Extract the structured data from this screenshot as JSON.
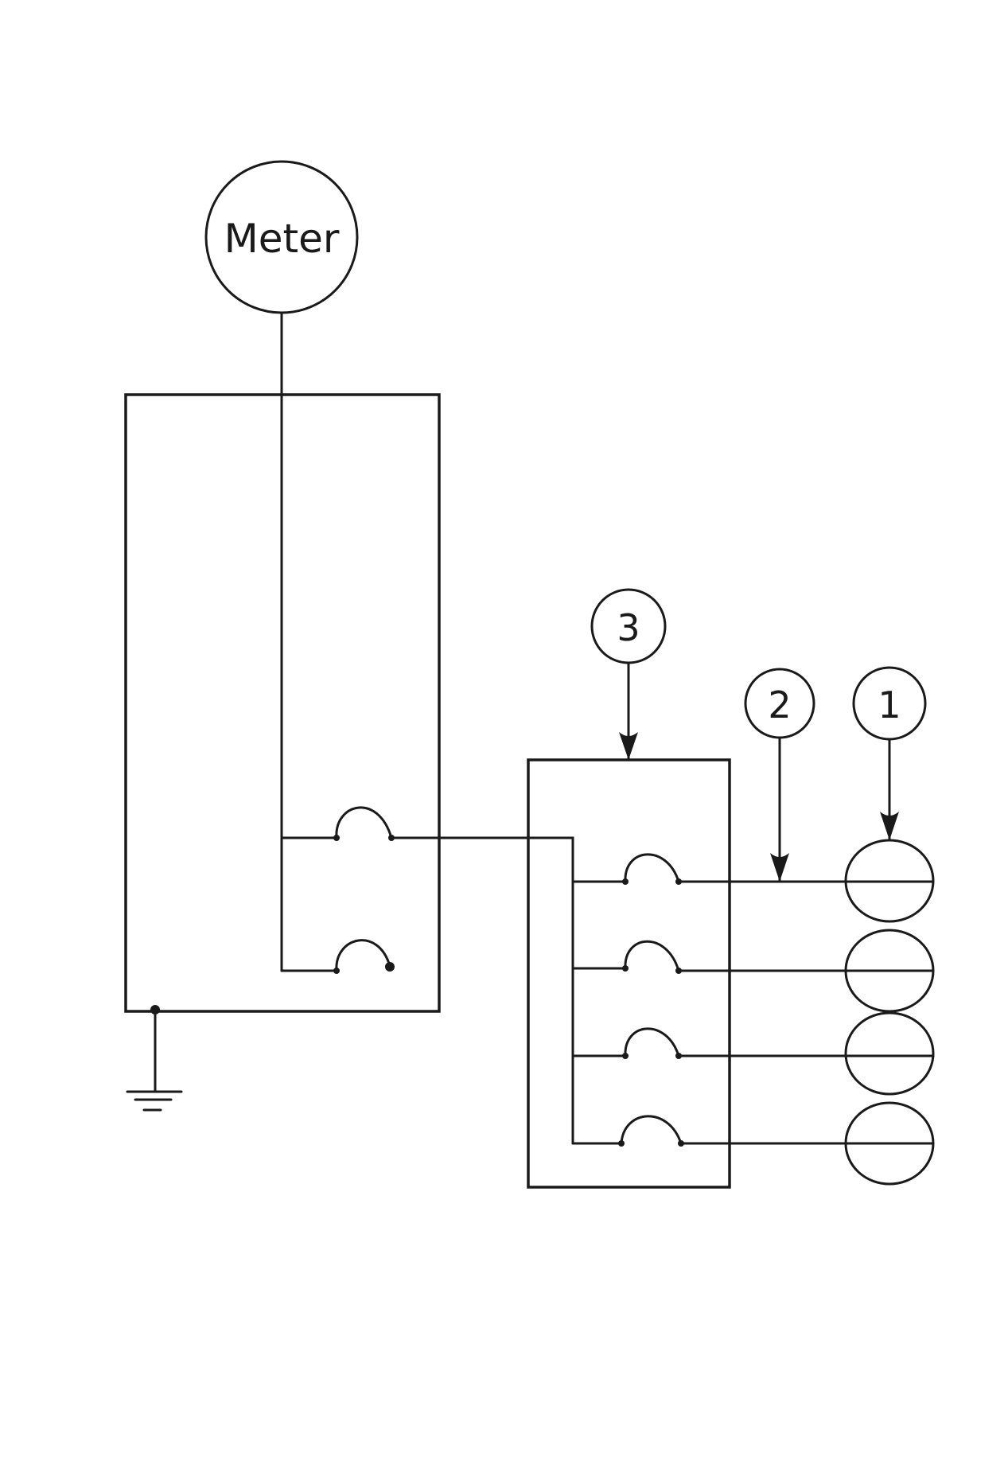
{
  "meter": {
    "label": "Meter"
  },
  "callouts": [
    {
      "number": "3"
    },
    {
      "number": "2"
    },
    {
      "number": "1"
    }
  ],
  "colors": {
    "stroke": "#1a1a1a",
    "background": "#ffffff"
  }
}
